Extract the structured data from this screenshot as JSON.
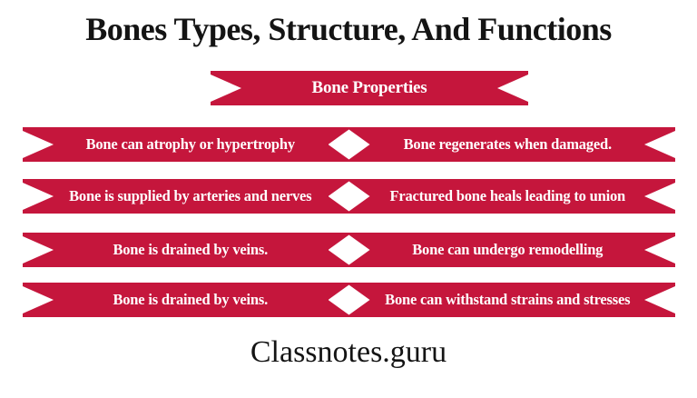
{
  "title": "Bones Types, Structure, And Functions",
  "banner": {
    "label": "Bone Properties"
  },
  "rows": [
    {
      "left": "Bone can atrophy or hypertrophy",
      "right": "Bone regenerates when damaged."
    },
    {
      "left": "Bone is supplied by arteries and nerves",
      "right": "Fractured bone heals leading to union"
    },
    {
      "left": "Bone is drained by veins.",
      "right": "Bone can undergo remodelling"
    },
    {
      "left": "Bone is drained by veins.",
      "right": "Bone can withstand strains and stresses"
    }
  ],
  "footer": "Classnotes.guru",
  "colors": {
    "ribbon_red": "#C5163C",
    "ribbon_text": "#FFFFFF",
    "title_text": "#141414",
    "background": "#FFFFFF"
  }
}
